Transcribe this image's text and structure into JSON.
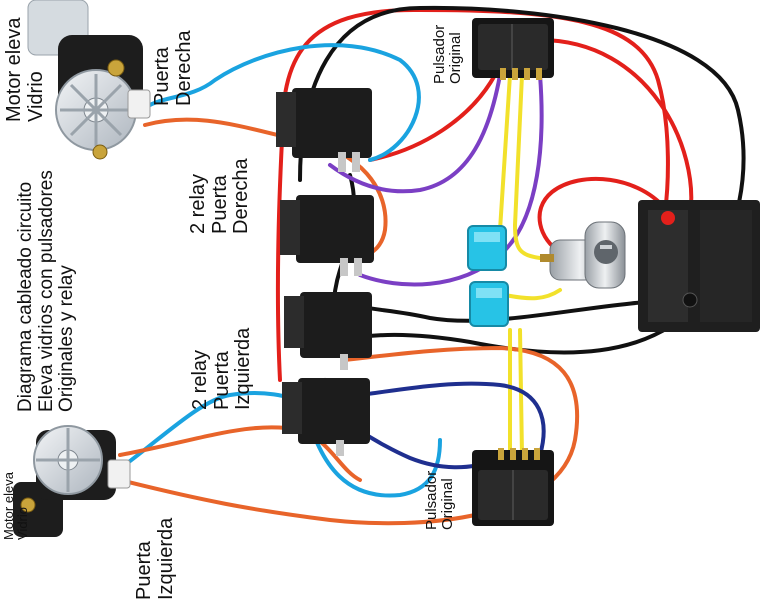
{
  "labels": {
    "motor_top": [
      "Motor eleva",
      "Vidrio"
    ],
    "puerta_derecha": [
      "Puerta",
      "Derecha"
    ],
    "relay_derecha": [
      "2 relay",
      "Puerta",
      "Derecha"
    ],
    "diagram_title": [
      "Diagrama cableado circuito",
      "Eleva vidrios con pulsadores",
      "Originales y relay"
    ],
    "relay_izquierda": [
      "2 relay",
      "Puerta",
      "Izquierda"
    ],
    "motor_bottom": [
      "Motor eleva",
      "Vidrio"
    ],
    "puerta_izquierda": [
      "Puerta",
      "Izquierda"
    ],
    "pulsador_top": [
      "Pulsador",
      "Original"
    ],
    "pulsador_bottom": [
      "Pulsador",
      "Original"
    ]
  },
  "colors": {
    "wire_red": "#e3201b",
    "wire_black": "#111111",
    "wire_blue": "#1aa3e0",
    "wire_orange": "#e8642a",
    "wire_purple": "#7b3fc4",
    "wire_yellow": "#f2e12b",
    "wire_navy": "#1f2f8f",
    "fuse": "#27c3e6",
    "relay_body": "#1c1c1c",
    "motor_gear": "#d8dde3"
  },
  "icons": [
    "window-motor-icon",
    "relay-icon",
    "rocker-switch-icon",
    "fuse-icon",
    "ignition-switch-icon",
    "battery-icon"
  ]
}
